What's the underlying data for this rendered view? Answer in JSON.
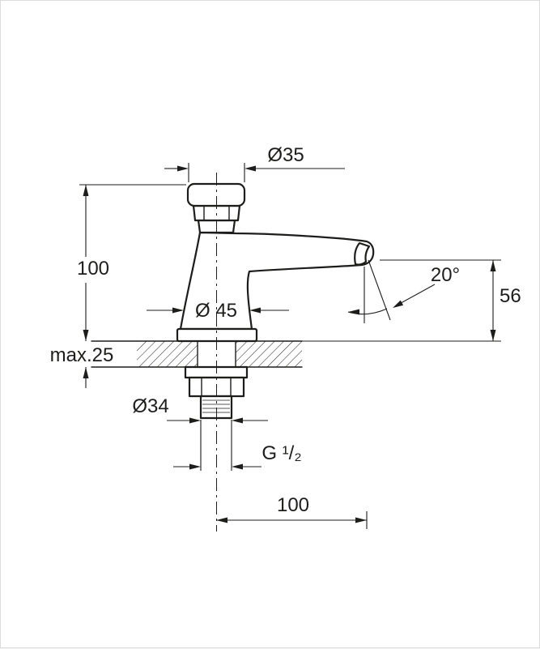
{
  "dimensions": {
    "top_diameter": "Ø35",
    "height": "100",
    "base_diameter": "Ø 45",
    "spout_angle": "20°",
    "outlet_height": "56",
    "max_thickness": "max.25",
    "shank_diameter": "Ø34",
    "thread": "G ¹/₂",
    "projection": "100"
  },
  "colors": {
    "line": "#1d1d1b",
    "background": "#ffffff"
  }
}
